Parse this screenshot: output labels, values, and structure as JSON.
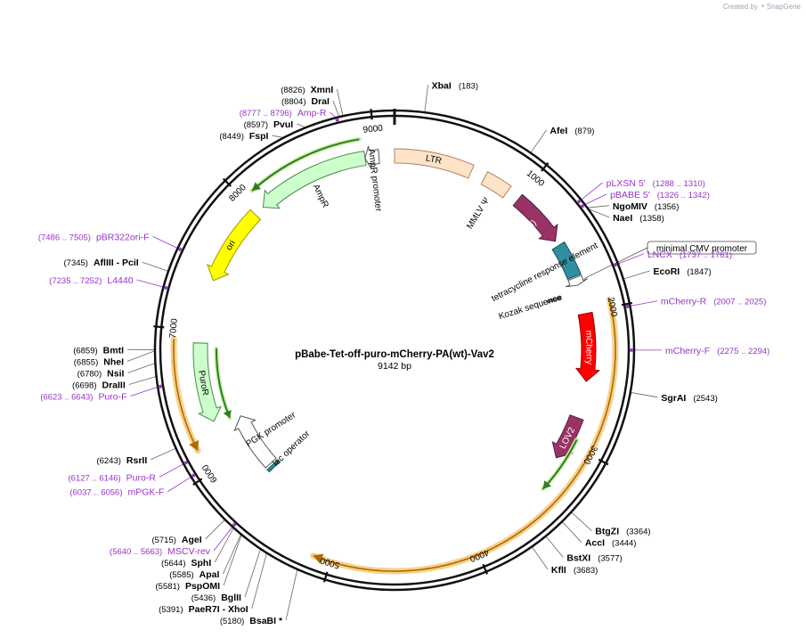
{
  "watermark": {
    "prefix": "Created by",
    "brand": "SnapGene"
  },
  "plasmid": {
    "name": "pBabe-Tet-off-puro-mCherry-PA(wt)-Vav2",
    "length_label": "9142 bp",
    "length": 9142
  },
  "ticks": [
    {
      "pos": 1000,
      "label": "1000"
    },
    {
      "pos": 2000,
      "label": "2000"
    },
    {
      "pos": 3000,
      "label": "3000"
    },
    {
      "pos": 4000,
      "label": "4000"
    },
    {
      "pos": 5000,
      "label": "5000"
    },
    {
      "pos": 6000,
      "label": "6000"
    },
    {
      "pos": 7000,
      "label": "7000"
    },
    {
      "pos": 8000,
      "label": "8000"
    },
    {
      "pos": 9000,
      "label": "9000"
    }
  ],
  "sites": [
    {
      "name": "XbaI",
      "pos_label": "(183)",
      "pos": 183,
      "side": "right"
    },
    {
      "name": "AfeI",
      "pos_label": "(879)",
      "pos": 879,
      "side": "right"
    },
    {
      "name": "NgoMIV",
      "pos_label": "(1356)",
      "pos": 1356,
      "side": "right"
    },
    {
      "name": "NaeI",
      "pos_label": "(1358)",
      "pos": 1358,
      "side": "right"
    },
    {
      "name": "EcoRI",
      "pos_label": "(1847)",
      "pos": 1847,
      "side": "right"
    },
    {
      "name": "SgrAI",
      "pos_label": "(2543)",
      "pos": 2543,
      "side": "right"
    },
    {
      "name": "BtgZI",
      "pos_label": "(3364)",
      "pos": 3364,
      "side": "right"
    },
    {
      "name": "AccI",
      "pos_label": "(3444)",
      "pos": 3444,
      "side": "right"
    },
    {
      "name": "BstXI",
      "pos_label": "(3577)",
      "pos": 3577,
      "side": "right"
    },
    {
      "name": "KflI",
      "pos_label": "(3683)",
      "pos": 3683,
      "side": "right"
    },
    {
      "name": "BsaBI *",
      "pos_label": "(5180)",
      "pos": 5180,
      "side": "left"
    },
    {
      "name": "PaeR7I - XhoI",
      "pos_label": "(5391)",
      "pos": 5391,
      "side": "left"
    },
    {
      "name": "BglII",
      "pos_label": "(5436)",
      "pos": 5436,
      "side": "left"
    },
    {
      "name": "PspOMI",
      "pos_label": "(5581)",
      "pos": 5581,
      "side": "left"
    },
    {
      "name": "ApaI",
      "pos_label": "(5585)",
      "pos": 5585,
      "side": "left"
    },
    {
      "name": "SphI",
      "pos_label": "(5644)",
      "pos": 5644,
      "side": "left"
    },
    {
      "name": "AgeI",
      "pos_label": "(5715)",
      "pos": 5715,
      "side": "left"
    },
    {
      "name": "RsrII",
      "pos_label": "(6243)",
      "pos": 6243,
      "side": "left"
    },
    {
      "name": "DraIII",
      "pos_label": "(6698)",
      "pos": 6698,
      "side": "left"
    },
    {
      "name": "NsiI",
      "pos_label": "(6780)",
      "pos": 6780,
      "side": "left"
    },
    {
      "name": "NheI",
      "pos_label": "(6855)",
      "pos": 6855,
      "side": "left"
    },
    {
      "name": "BmtI",
      "pos_label": "(6859)",
      "pos": 6859,
      "side": "left"
    },
    {
      "name": "AflIII - PciI",
      "pos_label": "(7345)",
      "pos": 7345,
      "side": "left"
    },
    {
      "name": "FspI",
      "pos_label": "(8449)",
      "pos": 8449,
      "side": "left"
    },
    {
      "name": "PvuI",
      "pos_label": "(8597)",
      "pos": 8597,
      "side": "left"
    },
    {
      "name": "DraI",
      "pos_label": "(8804)",
      "pos": 8804,
      "side": "left"
    },
    {
      "name": "XmnI",
      "pos_label": "(8826)",
      "pos": 8826,
      "side": "left"
    }
  ],
  "primers": [
    {
      "name": "pLXSN 5'",
      "pos_label": "(1288 .. 1310)",
      "pos": 1299,
      "side": "right"
    },
    {
      "name": "pBABE 5'",
      "pos_label": "(1326 .. 1342)",
      "pos": 1334,
      "side": "right"
    },
    {
      "name": "LNCX",
      "pos_label": "(1737 .. 1761)",
      "pos": 1749,
      "side": "right"
    },
    {
      "name": "mCherry-R",
      "pos_label": "(2007 .. 2025)",
      "pos": 2016,
      "side": "right"
    },
    {
      "name": "mCherry-F",
      "pos_label": "(2275 .. 2294)",
      "pos": 2285,
      "side": "right"
    },
    {
      "name": "MSCV-rev",
      "pos_label": "(5640 .. 5663)",
      "pos": 5652,
      "side": "left"
    },
    {
      "name": "mPGK-F",
      "pos_label": "(6037 .. 6056)",
      "pos": 6046,
      "side": "left"
    },
    {
      "name": "Puro-R",
      "pos_label": "(6127 .. 6146)",
      "pos": 6137,
      "side": "left"
    },
    {
      "name": "Puro-F",
      "pos_label": "(6623 .. 6643)",
      "pos": 6633,
      "side": "left"
    },
    {
      "name": "L4440",
      "pos_label": "(7235 .. 7252)",
      "pos": 7244,
      "side": "left"
    },
    {
      "name": "pBR322ori-F",
      "pos_label": "(7486 .. 7505)",
      "pos": 7496,
      "side": "left"
    },
    {
      "name": "Amp-R",
      "pos_label": "(8777 .. 8796)",
      "pos": 8787,
      "side": "left"
    }
  ],
  "features": [
    {
      "name": "LTR",
      "start": 0,
      "end": 590,
      "color": "#fde3c8",
      "stroke": "#b08060",
      "dir": "none",
      "radius": 218
    },
    {
      "name": "MMLV Ψ",
      "start": 700,
      "end": 900,
      "color": "#fde3c8",
      "stroke": "#b08060",
      "dir": "none",
      "radius": 218
    },
    {
      "name": "gag (truncated)",
      "start": 1000,
      "end": 1420,
      "color": "#993366",
      "stroke": "#552244",
      "dir": "cw",
      "radius": 218
    },
    {
      "name": "tetracycline response element",
      "start": 1460,
      "end": 1720,
      "color": "#2f8fa0",
      "stroke": "#1a4f59",
      "dir": "none",
      "radius": 218
    },
    {
      "name": "minimal CMV promoter",
      "start": 1730,
      "end": 1790,
      "color": "#ffffff",
      "stroke": "#555555",
      "dir": "cw",
      "radius": 218
    },
    {
      "name": "Kozak sequence",
      "start": 1830,
      "end": 1850,
      "color": "#777777",
      "stroke": "#555555",
      "dir": "none",
      "radius": 188
    },
    {
      "name": "mCherry",
      "start": 2010,
      "end": 2520,
      "color": "#ff0000",
      "stroke": "#990000",
      "dir": "cw",
      "radius": 218
    },
    {
      "name": "LOV2",
      "start": 2800,
      "end": 3140,
      "color": "#993366",
      "stroke": "#552244",
      "dir": "cw",
      "radius": 218
    },
    {
      "name": "PGK promoter",
      "start": 5780,
      "end": 6270,
      "color": "#ffffff",
      "stroke": "#555555",
      "dir": "cw",
      "radius": 188
    },
    {
      "name": "lac operator",
      "start": 5735,
      "end": 5760,
      "color": "#2f8fa0",
      "stroke": "#1a4f59",
      "dir": "none",
      "radius": 188
    },
    {
      "name": "PuroR",
      "start": 6310,
      "end": 6910,
      "color": "#ccffcc",
      "stroke": "#4a8a4a",
      "dir": "ccw",
      "radius": 218
    },
    {
      "name": "ori",
      "start": 7390,
      "end": 7980,
      "color": "#ffff00",
      "stroke": "#999900",
      "dir": "ccw",
      "radius": 218
    },
    {
      "name": "AmpR",
      "start": 8060,
      "end": 8920,
      "color": "#ccffcc",
      "stroke": "#4a8a4a",
      "dir": "ccw",
      "radius": 218
    },
    {
      "name": "AmpR promoter",
      "start": 8920,
      "end": 9025,
      "color": "#ffffff",
      "stroke": "#555555",
      "dir": "ccw",
      "radius": 218
    }
  ],
  "orfs": [
    {
      "start": 1950,
      "end": 5120,
      "dir": "cw",
      "radius": 248
    },
    {
      "start": 6170,
      "end": 6930,
      "dir": "ccw",
      "radius": 248
    }
  ],
  "green_lines": [
    {
      "start": 2950,
      "end": 3380,
      "dir": "cw",
      "radius": 228
    },
    {
      "start": 6290,
      "end": 6870,
      "dir": "ccw",
      "radius": 200
    },
    {
      "start": 8080,
      "end": 8900,
      "dir": "ccw",
      "radius": 240
    }
  ]
}
